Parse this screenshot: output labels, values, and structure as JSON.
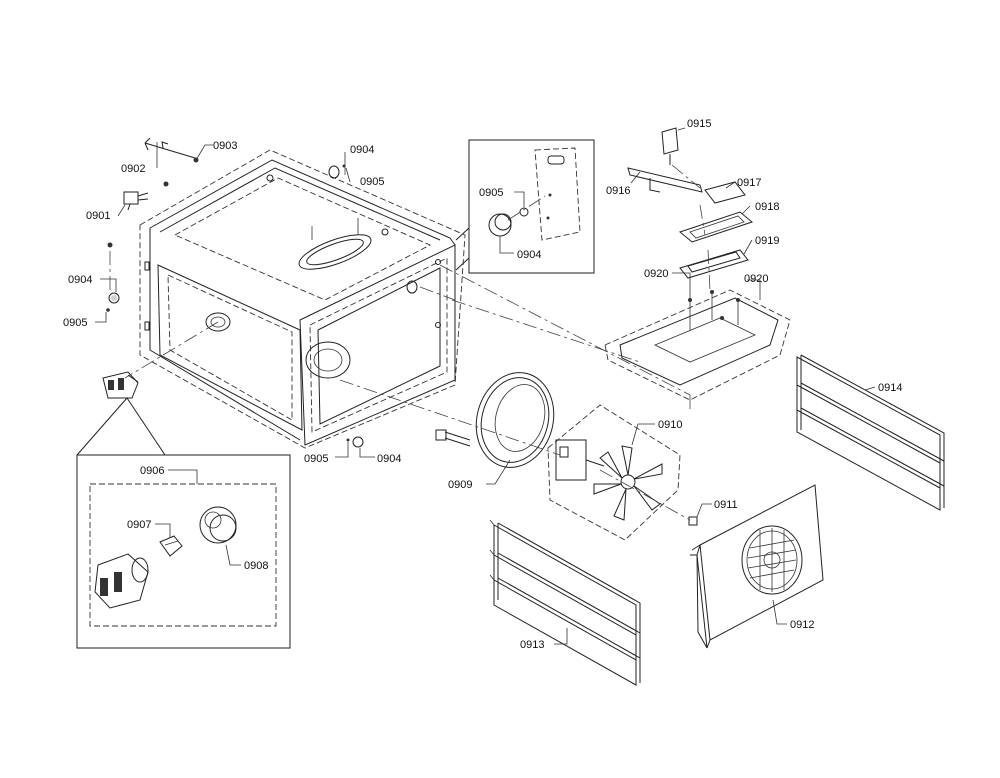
{
  "parts": {
    "p0901": "0901",
    "p0902": "0902",
    "p0903": "0903",
    "p0904": "0904",
    "p0905": "0905",
    "p0906": "0906",
    "p0907": "0907",
    "p0908": "0908",
    "p0909": "0909",
    "p0910": "0910",
    "p0911": "0911",
    "p0912": "0912",
    "p0913": "0913",
    "p0914": "0914",
    "p0915": "0915",
    "p0916": "0916",
    "p0917": "0917",
    "p0918": "0918",
    "p0919": "0919",
    "p0920": "0920"
  }
}
